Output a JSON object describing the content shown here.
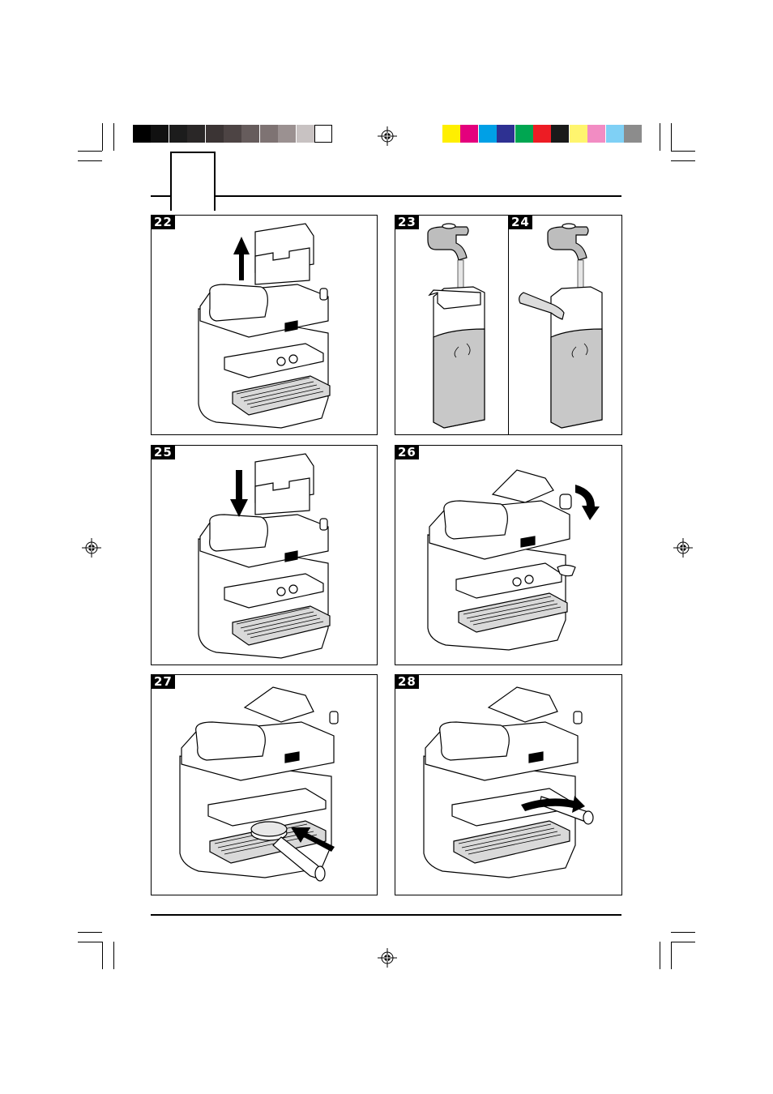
{
  "color_bars": {
    "gray_scale": [
      "#000000",
      "#111111",
      "#1c1c1c",
      "#2a2727",
      "#3b3434",
      "#4d4444",
      "#665c5c",
      "#7e7373",
      "#9b9191",
      "#c8c2c2",
      "#ffffff"
    ],
    "process_colors": [
      "#ffef00",
      "#e4007d",
      "#00a0e6",
      "#2e3192",
      "#00a651",
      "#ed1c24",
      "#1a1a1a",
      "#fff56e",
      "#f28cc3",
      "#7fd0f5",
      "#8c8c8c"
    ]
  },
  "steps": [
    {
      "label": "22",
      "action": "remove-tank",
      "arrow": "up"
    },
    {
      "label": "23",
      "action": "fill-tank-tap"
    },
    {
      "label": "24",
      "action": "fill-tank-bottle"
    },
    {
      "label": "25",
      "action": "insert-tank",
      "arrow": "down"
    },
    {
      "label": "26",
      "action": "turn-knob",
      "arrow": "rotate"
    },
    {
      "label": "27",
      "action": "insert-filter-holder",
      "arrow": "right-in"
    },
    {
      "label": "28",
      "action": "lock-filter-holder",
      "arrow": "curved"
    }
  ]
}
